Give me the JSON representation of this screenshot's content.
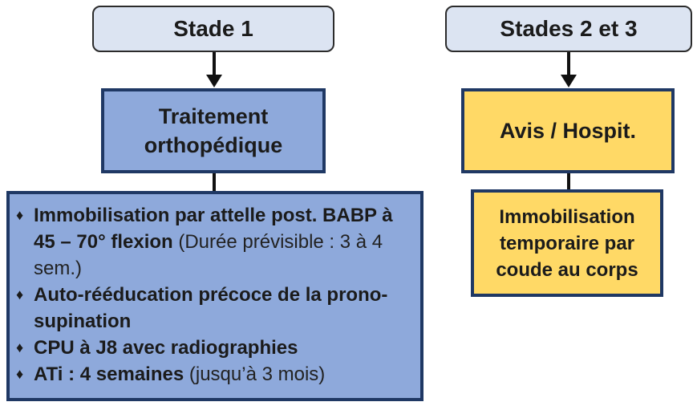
{
  "stage1": {
    "label": "Stade 1"
  },
  "stage23": {
    "label": "Stades 2 et 3"
  },
  "treatment": {
    "line1": "Traitement",
    "line2": "orthopédique"
  },
  "details": {
    "items": [
      {
        "bold": "Immobilisation par attelle post. BABP à 45 – 70° flexion",
        "normal": " (Durée prévisible : 3 à 4 sem.)"
      },
      {
        "bold": "Auto-rééducation précoce de la prono-supination",
        "normal": ""
      },
      {
        "bold": "CPU à J8 avec radiographies",
        "normal": ""
      },
      {
        "bold": "ATi : 4 semaines",
        "normal": " (jusqu’à 3 mois)"
      }
    ]
  },
  "avis": {
    "label": "Avis / Hospit."
  },
  "immobilisation": {
    "line1": "Immobilisation",
    "line2": "temporaire par",
    "line3": "coude au corps"
  },
  "colors": {
    "stage_fill": "#dce4f2",
    "blue_fill": "#8ea9db",
    "yellow_fill": "#ffd966",
    "border": "#1f3864"
  }
}
